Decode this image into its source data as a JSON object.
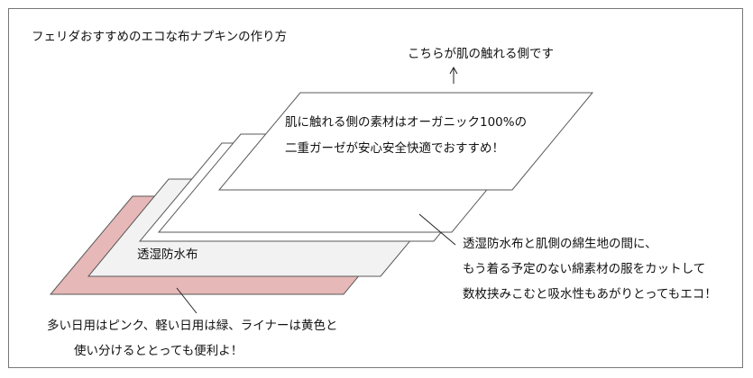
{
  "title": "フェリダおすすめのエコな布ナプキンの作り方",
  "skin_side_label": "こちらが肌の触れる側です",
  "top_layer_text": [
    "肌に触れる側の素材はオーガニック100%の",
    "二重ガーゼが安心安全快適でおすすめ！"
  ],
  "waterproof_label": "透湿防水布",
  "middle_note": [
    "透湿防水布と肌側の綿生地の間に、",
    "もう着る予定のない綿素材の服をカットして",
    "数枚挟みこむと吸水性もあがりとってもエコ！"
  ],
  "bottom_note": [
    "多い日用はピンク、軽い日用は緑、ライナーは黄色と",
    "使い分けるととっても便利よ！"
  ],
  "colors": {
    "bottom_layer": "#e6b8b7",
    "waterproof_layer": "#f2f2f2",
    "cotton_layer": "#ffffff",
    "outline": "#595959"
  }
}
